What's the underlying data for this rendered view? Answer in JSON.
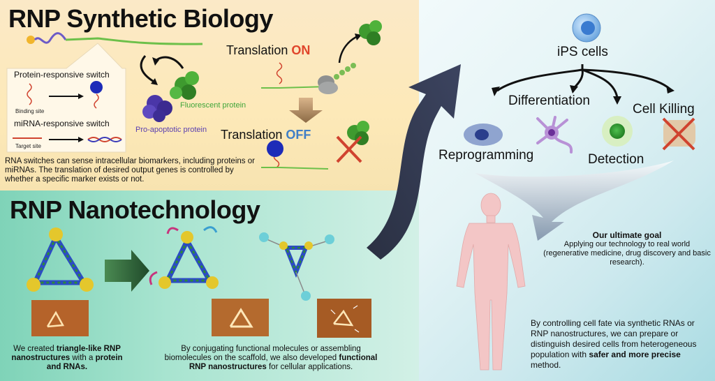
{
  "top_left": {
    "title": "RNP Synthetic Biology",
    "protein_switch": "Protein-responsive switch",
    "binding_site": "Binding site",
    "mirna_switch": "miRNA-responsive switch",
    "target_site": "Target site",
    "fluorescent_protein": "Fluorescent protein",
    "pro_apoptotic_protein": "Pro-apoptotic protein",
    "translation_on_prefix": "Translation ",
    "translation_on": "ON",
    "translation_off_prefix": "Translation ",
    "translation_off": "OFF",
    "description": "RNA switches can sense intracellular biomarkers, including proteins or miRNAs. The translation of desired output genes is controlled by whether a specific marker exists or not."
  },
  "bottom_left": {
    "title": "RNP Nanotechnology",
    "caption_left_1": "We created ",
    "caption_left_bold_1": "triangle-like RNP nanostructures",
    "caption_left_2": " with a ",
    "caption_left_bold_2": "protein and RNAs.",
    "caption_right_1": "By conjugating functional molecules or assembling biomolecules on the scaffold, we also developed ",
    "caption_right_bold": "functional RNP nanostructures",
    "caption_right_2": " for cellular applications."
  },
  "right": {
    "ips_cells": "iPS cells",
    "differentiation": "Differentiation",
    "cell_killing": "Cell Killing",
    "reprogramming": "Reprogramming",
    "detection": "Detection",
    "goal_title": "Our ultimate goal",
    "goal_text": "Applying our technology to real world (regenerative medicine, drug discovery and basic research).",
    "bottom_text_1": "By controlling cell fate via synthetic RNAs or RNP nanostructures, we can prepare or distinguish desired cells from heterogeneous population with ",
    "bottom_text_bold": "safer and more precise",
    "bottom_text_2": " method."
  },
  "colors": {
    "on": "#e0452b",
    "off": "#3f7ec7",
    "green_protein": "#3fa53a",
    "purple_protein": "#5a3fb0",
    "arrow_dark": "#2f3548"
  }
}
